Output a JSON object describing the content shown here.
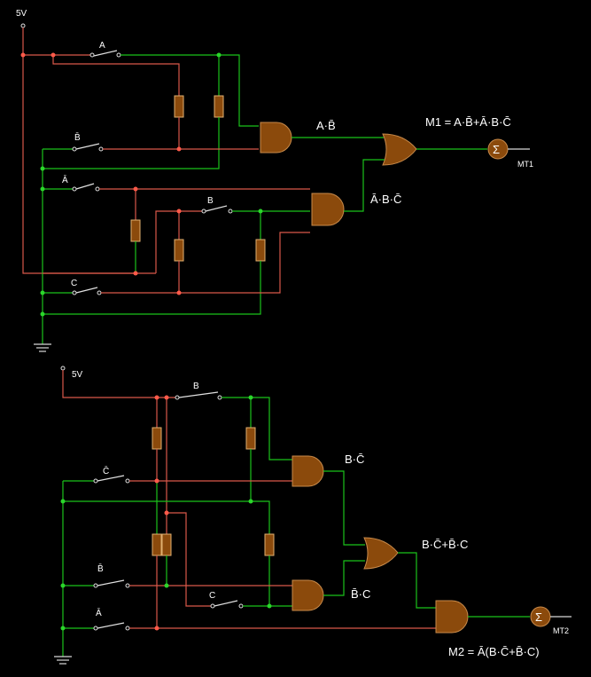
{
  "supply1_label": "5V",
  "supply2_label": "5V",
  "c1": {
    "sw_a": "A",
    "sw_nb": "B̄",
    "sw_na": "Ā",
    "sw_b": "B",
    "sw_c": "C",
    "out_and1": "A·B̄",
    "out_and2": "Ā·B·C̄",
    "m1_expr": "M1 = A·B̄+Ā·B·C̄",
    "mt1": "MT1"
  },
  "c2": {
    "sw_b": "B",
    "sw_nc": "C̄",
    "sw_nb": "B̄",
    "sw_c": "C",
    "sw_na": "Ā",
    "out_and1": "B·C̄",
    "out_and2": "B̄·C",
    "out_or": "B·C̄+B̄·C",
    "m2_expr": "M2 = Ā(B·C̄+B̄·C)",
    "mt2": "MT2"
  },
  "colors": {
    "high": "#1bc21b",
    "low": "#d9584a",
    "component": "#8b4a0c",
    "background": "#000000"
  }
}
